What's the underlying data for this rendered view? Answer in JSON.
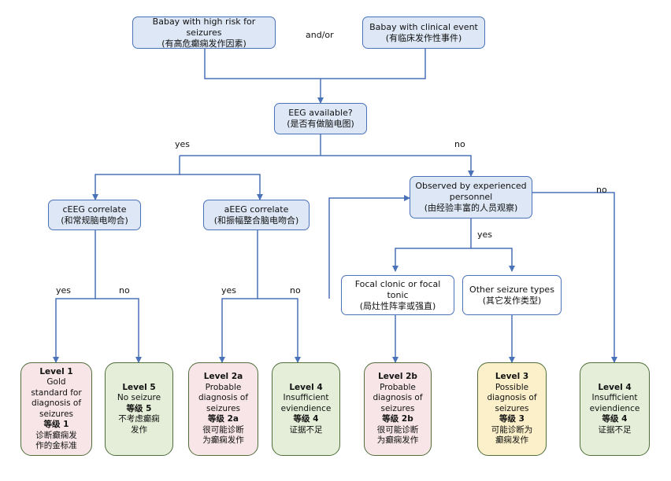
{
  "top": {
    "risk_en": "Babay with high risk for seizures",
    "risk_zh": "(有高危癫痫发作因素)",
    "clinical_en": "Babay with clinical event",
    "clinical_zh": "(有临床发作性事件)",
    "andor": "and/or"
  },
  "eeg": {
    "en": "EEG available?",
    "zh": "(是否有做脑电图)",
    "yes": "yes",
    "no": "no"
  },
  "ceeg": {
    "en": "cEEG correlate",
    "zh": "(和常规脑电吻合)",
    "yes": "yes",
    "no": "no"
  },
  "aeeg": {
    "en": "aEEG correlate",
    "zh": "(和振幅整合脑电吻合)",
    "yes": "yes",
    "no": "no"
  },
  "observed": {
    "en1": "Observed by experienced",
    "en2": "personnel",
    "zh": "(由经验丰富的人员观察)",
    "yes": "yes",
    "no": "no"
  },
  "focal": {
    "en": "Focal clonic or focal tonic",
    "zh": "(局灶性阵挛或强直)"
  },
  "other": {
    "en": "Other seizure  types",
    "zh": "(其它发作类型)"
  },
  "levels": [
    {
      "lines": [
        "Level 1",
        "Gold",
        "standard for",
        "diagnosis of",
        "seizures",
        "等级 1",
        "诊断癫痫发",
        "作的金标准"
      ],
      "bold": [
        0,
        5
      ]
    },
    {
      "lines": [
        "Level 5",
        "No seizure",
        "等级 5",
        "不考虑癫痫",
        "发作"
      ],
      "bold": [
        0,
        2
      ]
    },
    {
      "lines": [
        "Level 2a",
        "Probable",
        "diagnosis of",
        "seizures",
        "等级 2a",
        "很可能诊断",
        "为癫痫发作"
      ],
      "bold": [
        0,
        4
      ]
    },
    {
      "lines": [
        "Level 4",
        "Insufficient",
        "eviendience",
        "等级 4",
        "证据不足"
      ],
      "bold": [
        0,
        3
      ]
    },
    {
      "lines": [
        "Level 2b",
        "Probable",
        "diagnosis of",
        "seizures",
        "等级 2b",
        "很可能诊断",
        "为癫痫发作"
      ],
      "bold": [
        0,
        4
      ]
    },
    {
      "lines": [
        "Level 3",
        "Possible",
        "diagnosis of",
        "seizures",
        "等级 3",
        "可能诊断为",
        "癫痫发作"
      ],
      "bold": [
        0,
        4
      ]
    },
    {
      "lines": [
        "Level 4",
        "Insufficient",
        "eviendience",
        "等级 4",
        "证据不足"
      ],
      "bold": [
        0,
        3
      ]
    }
  ]
}
